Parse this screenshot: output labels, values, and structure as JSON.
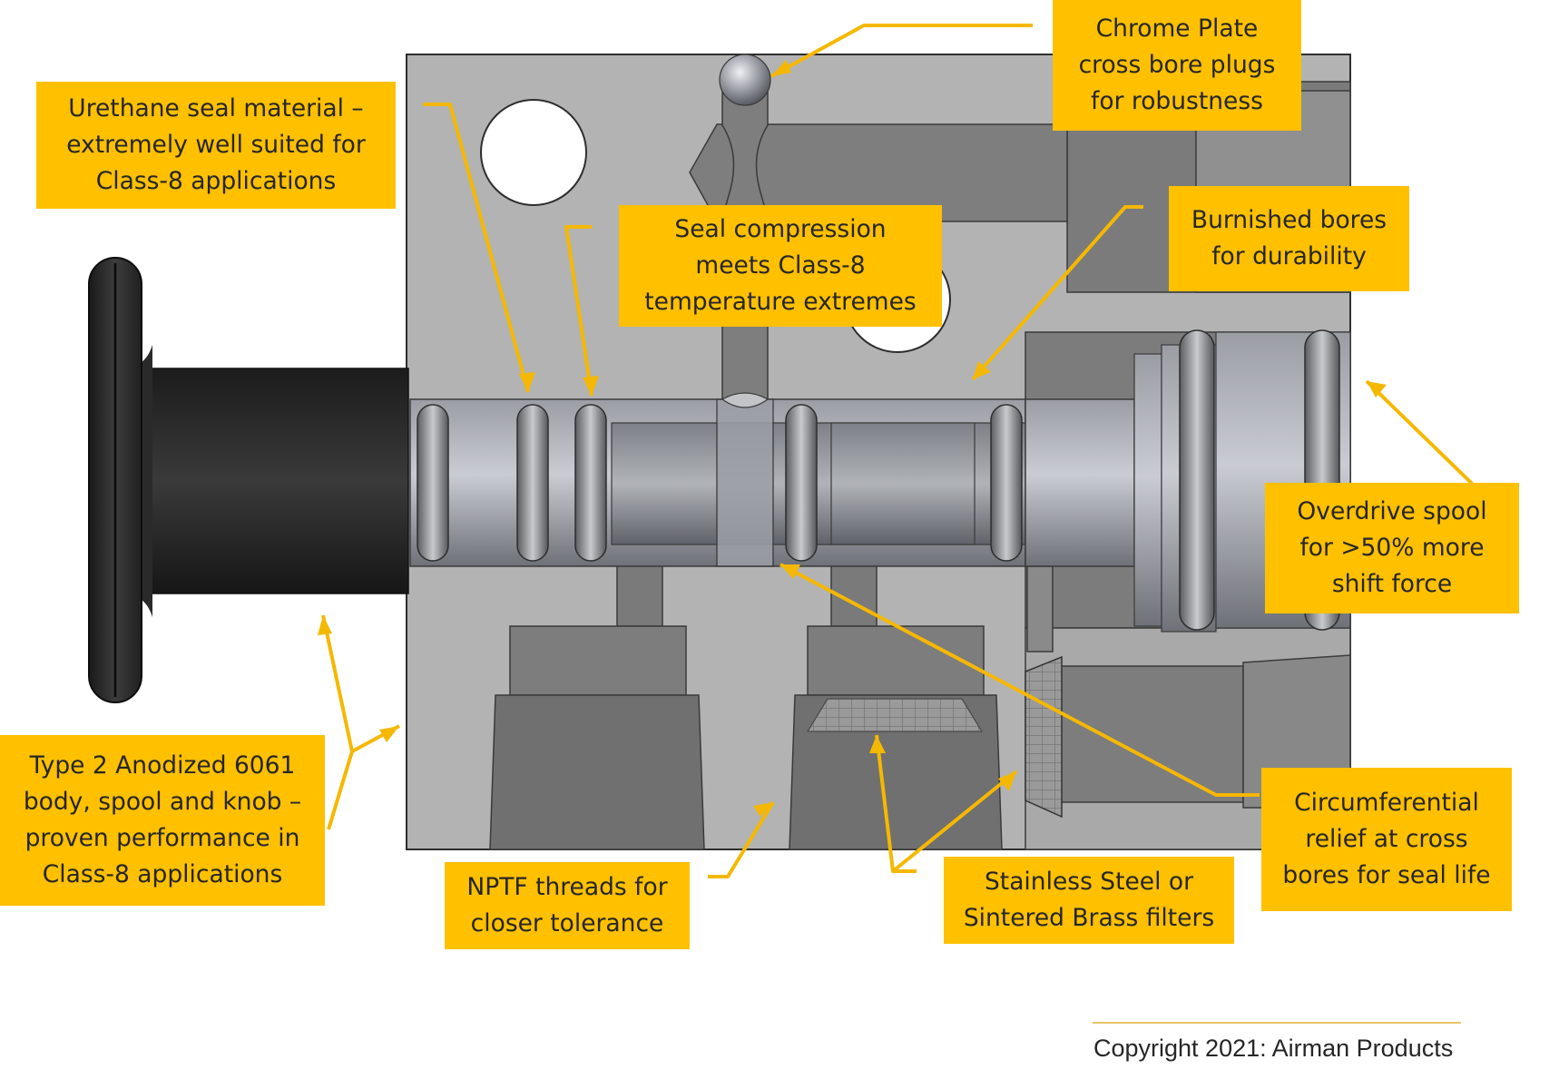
{
  "callouts": {
    "chrome_plate": [
      "Chrome Plate",
      "cross bore plugs",
      "for robustness"
    ],
    "urethane": [
      "Urethane seal material –",
      "extremely well suited for",
      "Class-8 applications"
    ],
    "seal_compression": [
      "Seal compression",
      "meets Class-8",
      "temperature extremes"
    ],
    "burnished": [
      "Burnished bores",
      "for durability"
    ],
    "overdrive": [
      "Overdrive spool",
      "for >50% more",
      "shift force"
    ],
    "anodized": [
      "Type 2 Anodized 6061",
      "body, spool and knob –",
      "proven performance in",
      "Class-8 applications"
    ],
    "nptf": [
      "NPTF threads for",
      "closer tolerance"
    ],
    "filters": [
      "Stainless Steel or",
      "Sintered Brass filters"
    ],
    "circumferential": [
      "Circumferential",
      "relief at cross",
      "bores for seal life"
    ]
  },
  "copyright": "Copyright 2021: Airman Products",
  "colors": {
    "callout_fill": "#ffc000",
    "leader_line": "#f5b800",
    "body_gray": "#b4b4b4",
    "knob_black": "#2b2b2b"
  }
}
